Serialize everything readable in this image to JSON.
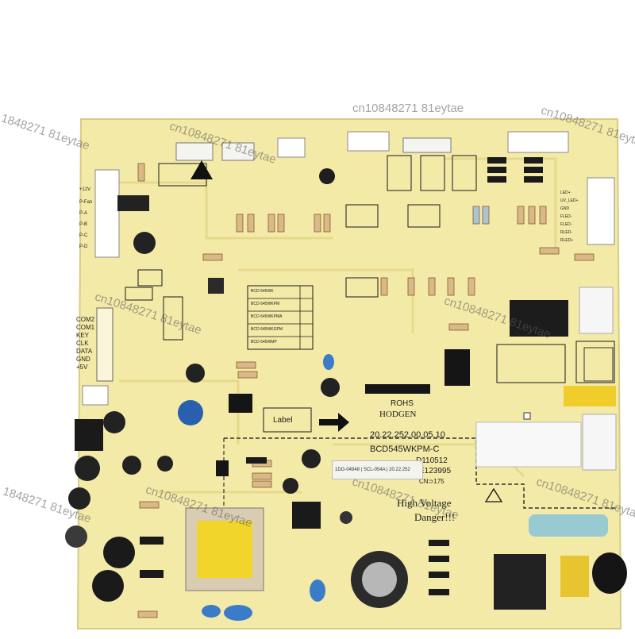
{
  "board": {
    "rohs": "ROHS",
    "brand": "HODGEN",
    "part_number": "20.22.252.00.05.10",
    "model": "BCD545WKPM-C",
    "code": "D110512",
    "cert": "E123995",
    "temp_rating": "CN⊃175",
    "warning_line1": "High Voltage",
    "warning_line2": "Danger!!!",
    "label_box": "Label",
    "model_table": [
      "BCD-545WK",
      "BCD-545WKPM",
      "BCD-545WKPMA",
      "BCD-545WKGPM",
      "BCD-545WMP"
    ]
  },
  "left_pins": [
    "COM2",
    "COM1",
    "KEY",
    "CLK",
    "DATA",
    "GND",
    "+5V"
  ],
  "left_top_pins": [
    "+12V",
    "P-Fan",
    "P-A",
    "P-B",
    "P-C",
    "P-D"
  ],
  "right_pins": [
    "LED+",
    "UV_LED+",
    "GND",
    "FLED-",
    "FLED-",
    "RLED-",
    "RLED+"
  ],
  "sticker_text": "1DG-04948 | SCL-054A | 20.22.252",
  "watermarks": [
    "cn10848271 81eytae",
    "1848271 81eytae"
  ],
  "colors": {
    "board": "#f3eaa8",
    "trace": "#e9dd95",
    "silkscreen": "#1a1a1a",
    "transformer": "#f1d52a",
    "blue_ceramic": "#3b7cc8"
  }
}
